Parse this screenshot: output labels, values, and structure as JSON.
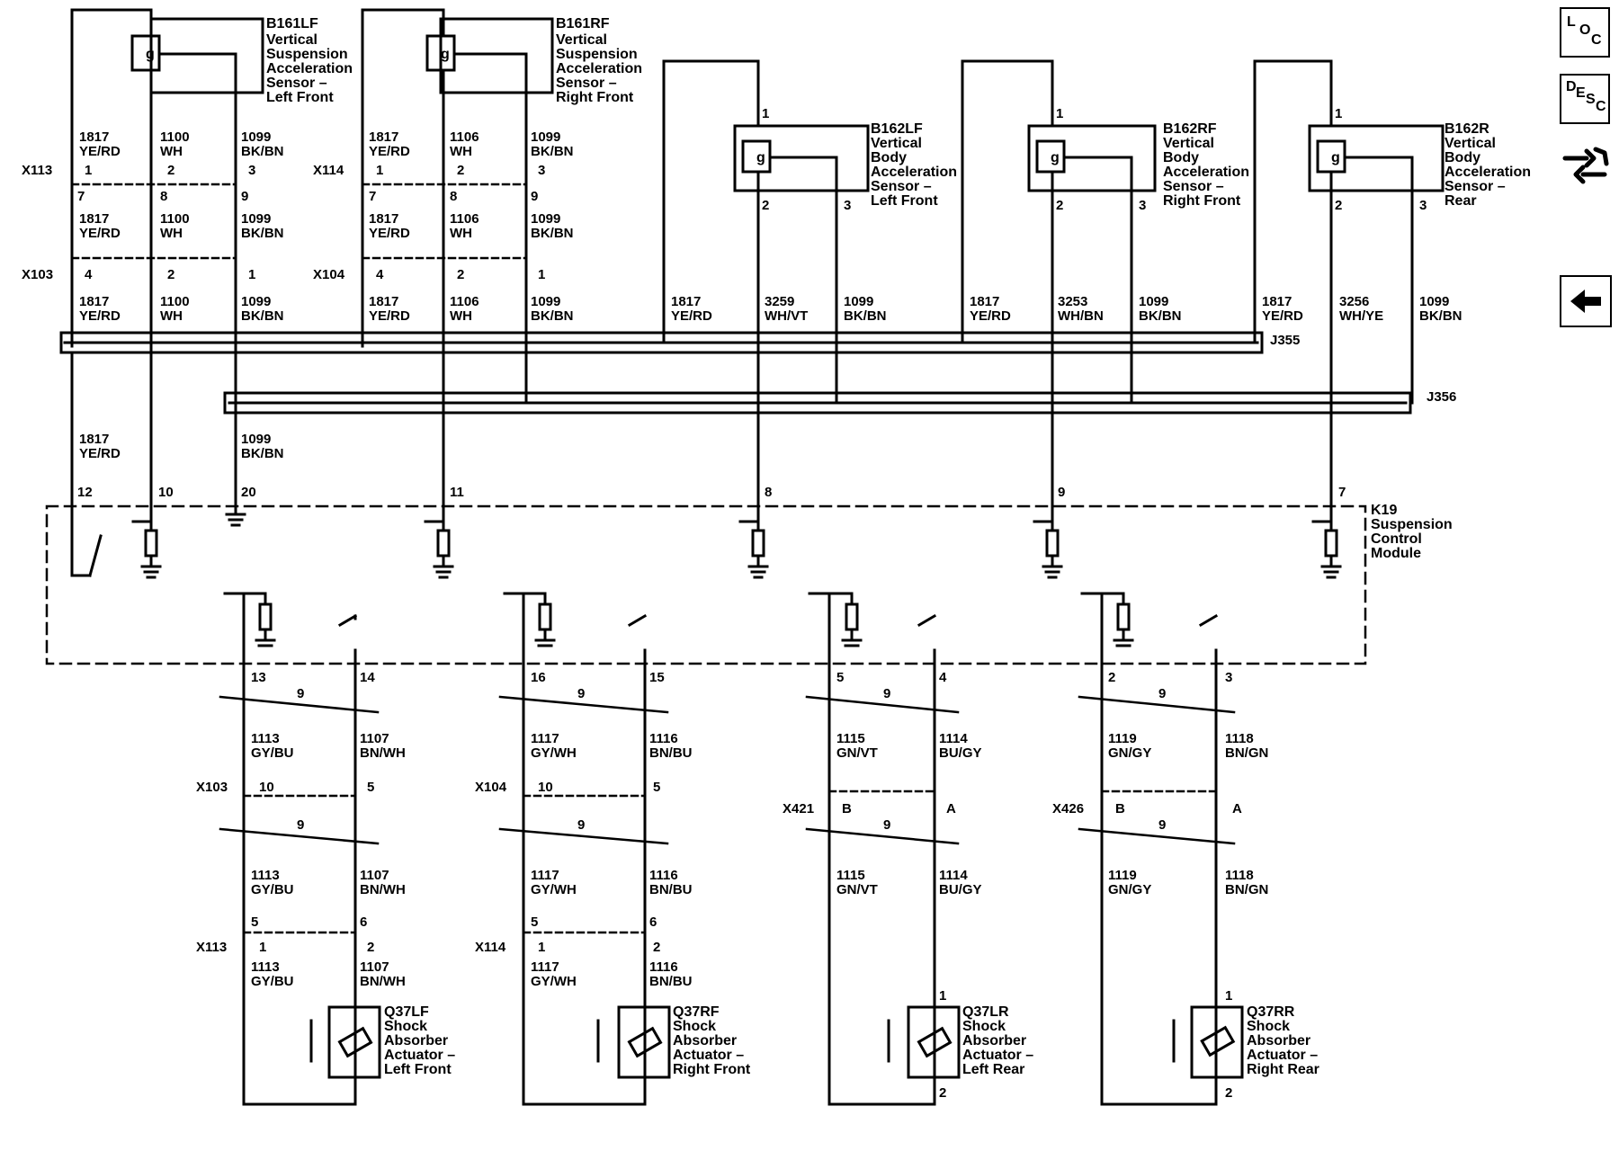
{
  "nav": {
    "loc": [
      "L",
      "O",
      "C"
    ],
    "desc": [
      "D",
      "E",
      "S",
      "C"
    ],
    "connector_icon": "connector-end-views-icon",
    "back_icon": "back-arrow-icon"
  },
  "sensors": {
    "b161lf": {
      "id": "B161LF",
      "lines": [
        "Vertical",
        "Suspension",
        "Acceleration",
        "Sensor –",
        "Left Front"
      ]
    },
    "b161rf": {
      "id": "B161RF",
      "lines": [
        "Vertical",
        "Suspension",
        "Acceleration",
        "Sensor –",
        "Right Front"
      ]
    },
    "b162lf": {
      "id": "B162LF",
      "lines": [
        "Vertical",
        "Body",
        "Acceleration",
        "Sensor –",
        "Left Front"
      ]
    },
    "b162rf": {
      "id": "B162RF",
      "lines": [
        "Vertical",
        "Body",
        "Acceleration",
        "Sensor –",
        "Right Front"
      ]
    },
    "b162r": {
      "id": "B162R",
      "lines": [
        "Vertical",
        "Body",
        "Acceleration",
        "Sensor –",
        "Rear"
      ]
    },
    "g": "g"
  },
  "module": {
    "id": "K19",
    "lines": [
      "Suspension",
      "Control",
      "Module"
    ]
  },
  "splices": {
    "j355": "J355",
    "j356": "J356"
  },
  "connectors": {
    "x113": "X113",
    "x114": "X114",
    "x103": "X103",
    "x104": "X104",
    "x421": "X421",
    "x426": "X426"
  },
  "actuators": {
    "q37lf": {
      "id": "Q37LF",
      "lines": [
        "Shock",
        "Absorber",
        "Actuator –",
        "Left Front"
      ]
    },
    "q37rf": {
      "id": "Q37RF",
      "lines": [
        "Shock",
        "Absorber",
        "Actuator –",
        "Right Front"
      ]
    },
    "q37lr": {
      "id": "Q37LR",
      "lines": [
        "Shock",
        "Absorber",
        "Actuator –",
        "Left Rear"
      ]
    },
    "q37rr": {
      "id": "Q37RR",
      "lines": [
        "Shock",
        "Absorber",
        "Actuator –",
        "Right Rear"
      ]
    }
  },
  "wires": {
    "c1817": "1817",
    "yerd": "YE/RD",
    "c1100": "1100",
    "wh": "WH",
    "c1099": "1099",
    "bkbn": "BK/BN",
    "c1106": "1106",
    "c3259": "3259",
    "whvt": "WH/VT",
    "c3253": "3253",
    "whbn": "WH/BN",
    "c3256": "3256",
    "whye": "WH/YE",
    "c1113": "1113",
    "gybu": "GY/BU",
    "c1107": "1107",
    "bnwh": "BN/WH",
    "c1117": "1117",
    "gywh": "GY/WH",
    "c1116": "1116",
    "bnbu": "BN/BU",
    "c1115": "1115",
    "gnvt": "GN/VT",
    "c1114": "1114",
    "bugy": "BU/GY",
    "c1119": "1119",
    "gngy": "GN/GY",
    "c1118": "1118",
    "bngn": "BN/GN",
    "twist": "9"
  },
  "pins": {
    "p1": "1",
    "p2": "2",
    "p3": "3",
    "p4": "4",
    "p5": "5",
    "p6": "6",
    "p7": "7",
    "p8": "8",
    "p9": "9",
    "p10": "10",
    "p11": "11",
    "p12": "12",
    "p13": "13",
    "p14": "14",
    "p15": "15",
    "p16": "16",
    "p20": "20",
    "pA": "A",
    "pB": "B"
  }
}
